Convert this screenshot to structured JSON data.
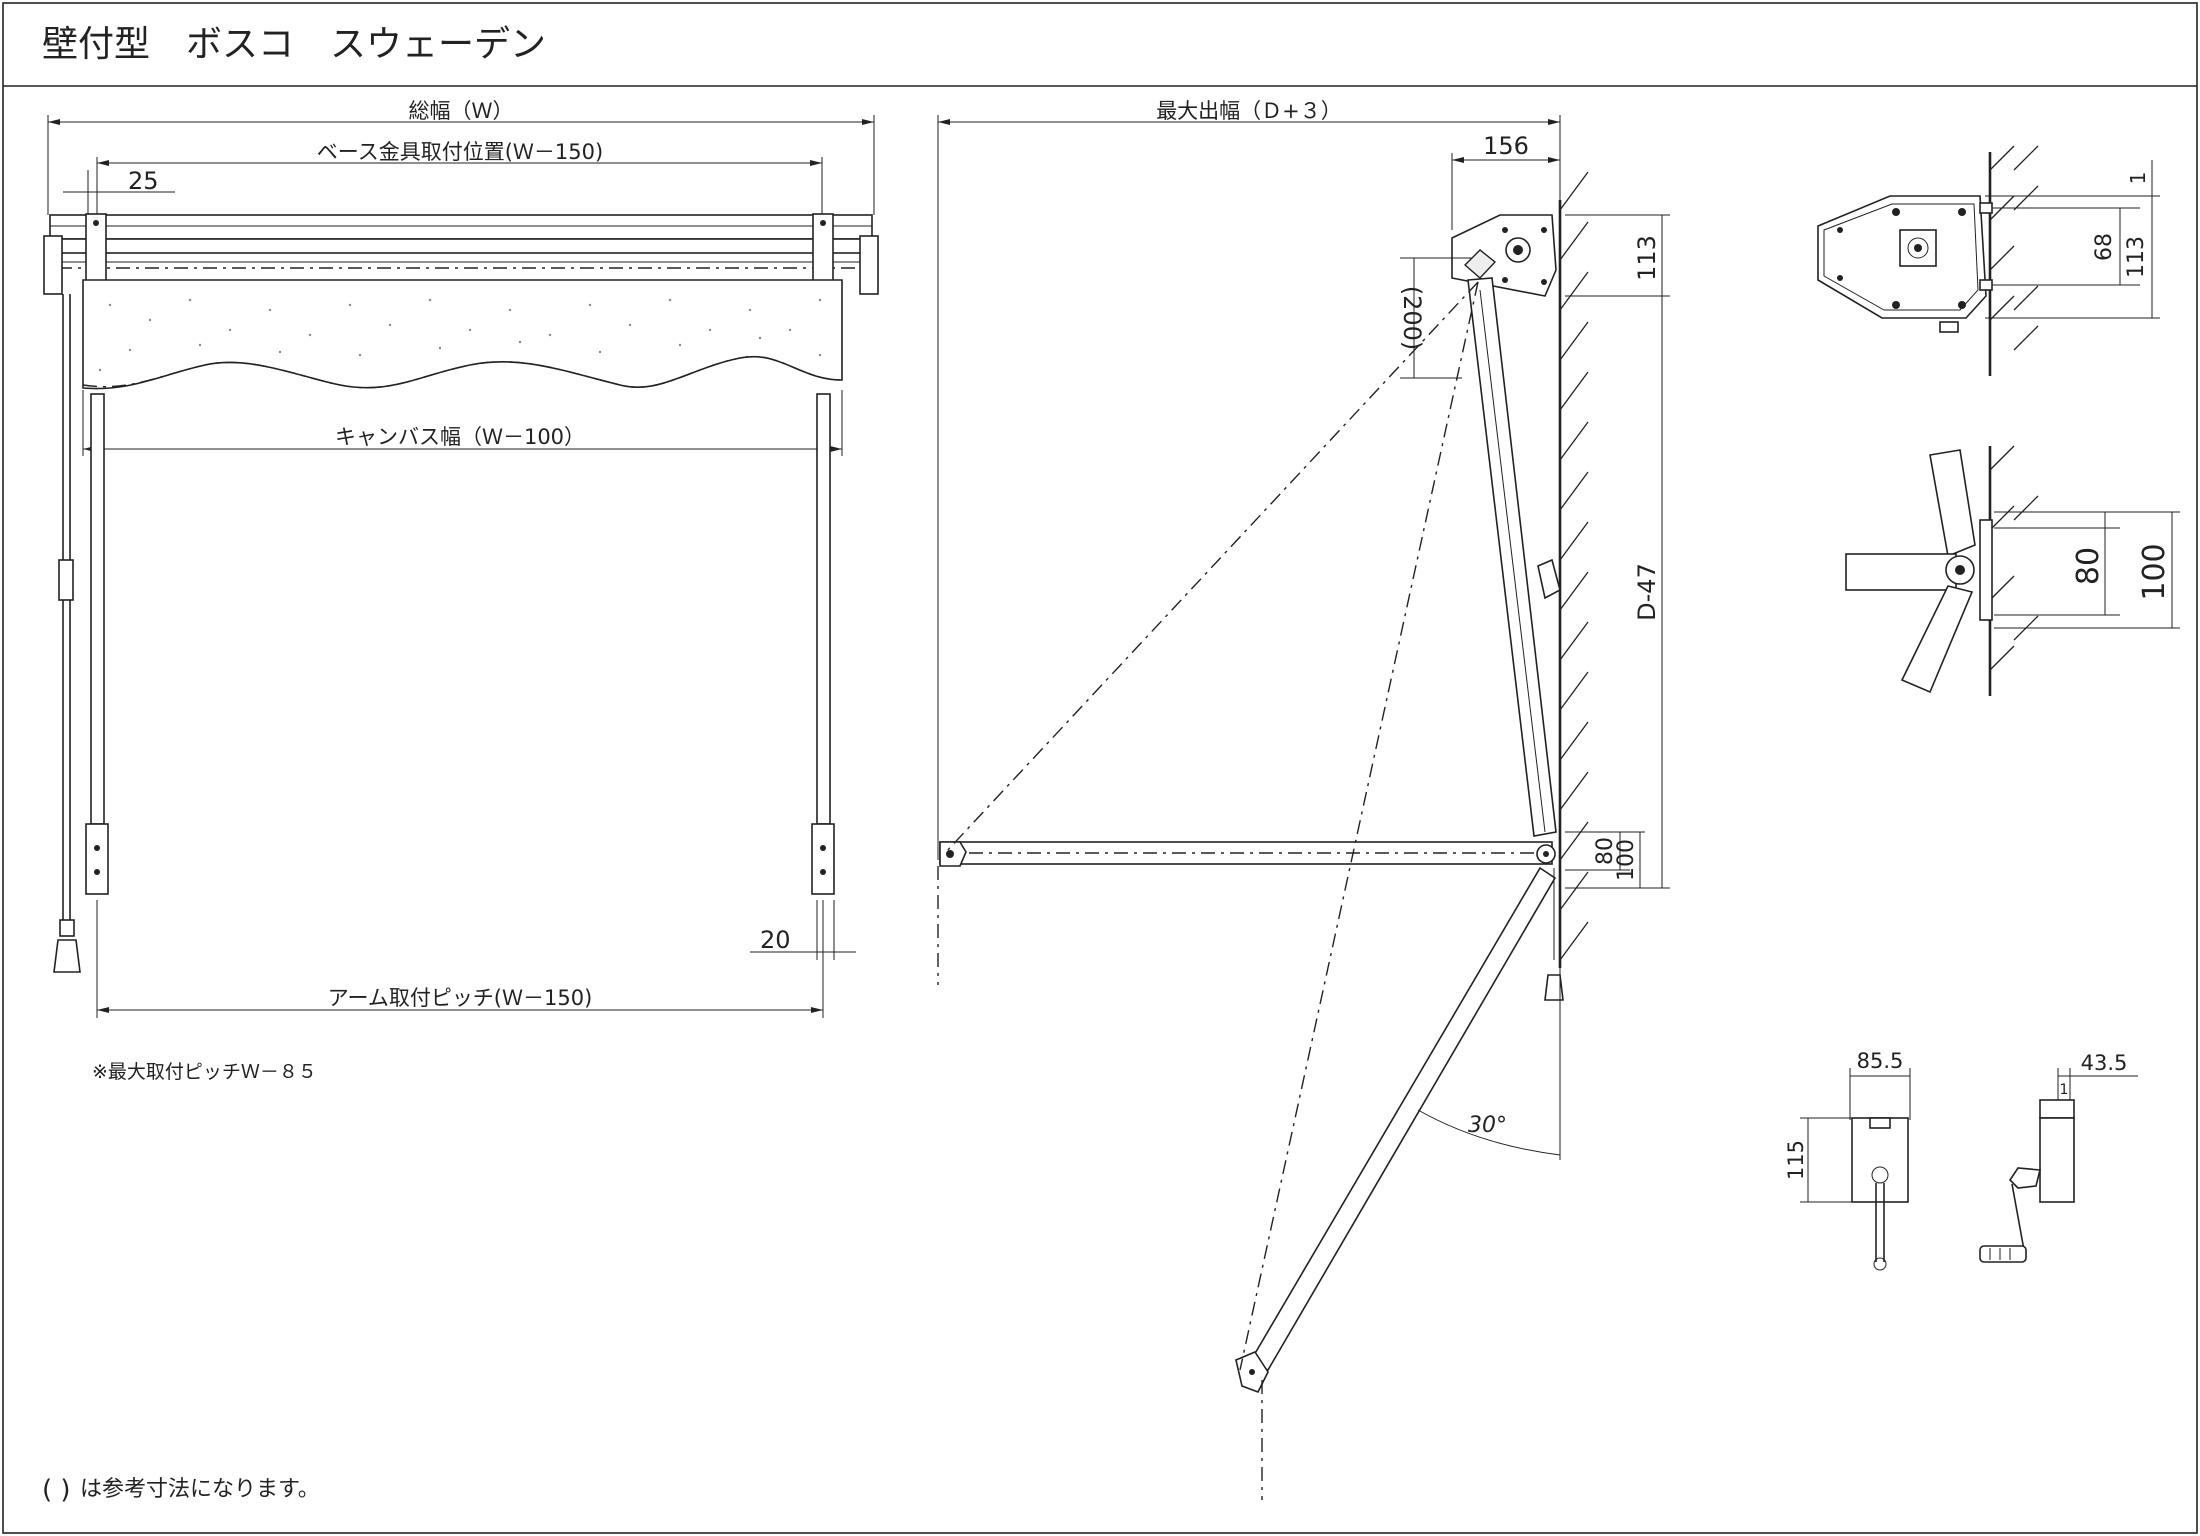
{
  "title": "壁付型　ボスコ　スウェーデン",
  "front_view": {
    "total_width": "総幅（Ｗ）",
    "base_bracket_position": "ベース金具取付位置(Ｗ－150)",
    "offset_25": "25",
    "canvas_width": "キャンバス幅（Ｗ－100）",
    "offset_20": "20",
    "arm_pitch": "アーム取付ピッチ(Ｗ－150)",
    "note_max_pitch": "※最大取付ピッチＷ－８５"
  },
  "side_view": {
    "max_projection": "最大出幅（Ｄ+３）",
    "dim_156": "156",
    "dim_113": "113",
    "dim_200": "(200)",
    "dim_d47": "D-47",
    "dim_80": "80",
    "dim_100": "100",
    "angle_30": "30°"
  },
  "bracket_detail": {
    "dim_1": "1",
    "dim_68": "68",
    "dim_113": "113"
  },
  "arm_detail": {
    "dim_80": "80",
    "dim_100": "100"
  },
  "gear_detail": {
    "dim_85_5": "85.5",
    "dim_115": "115",
    "dim_43_5": "43.5",
    "dim_1": "1"
  },
  "footnote": {
    "paren": "(  )",
    "text": "は参考寸法になります。"
  }
}
